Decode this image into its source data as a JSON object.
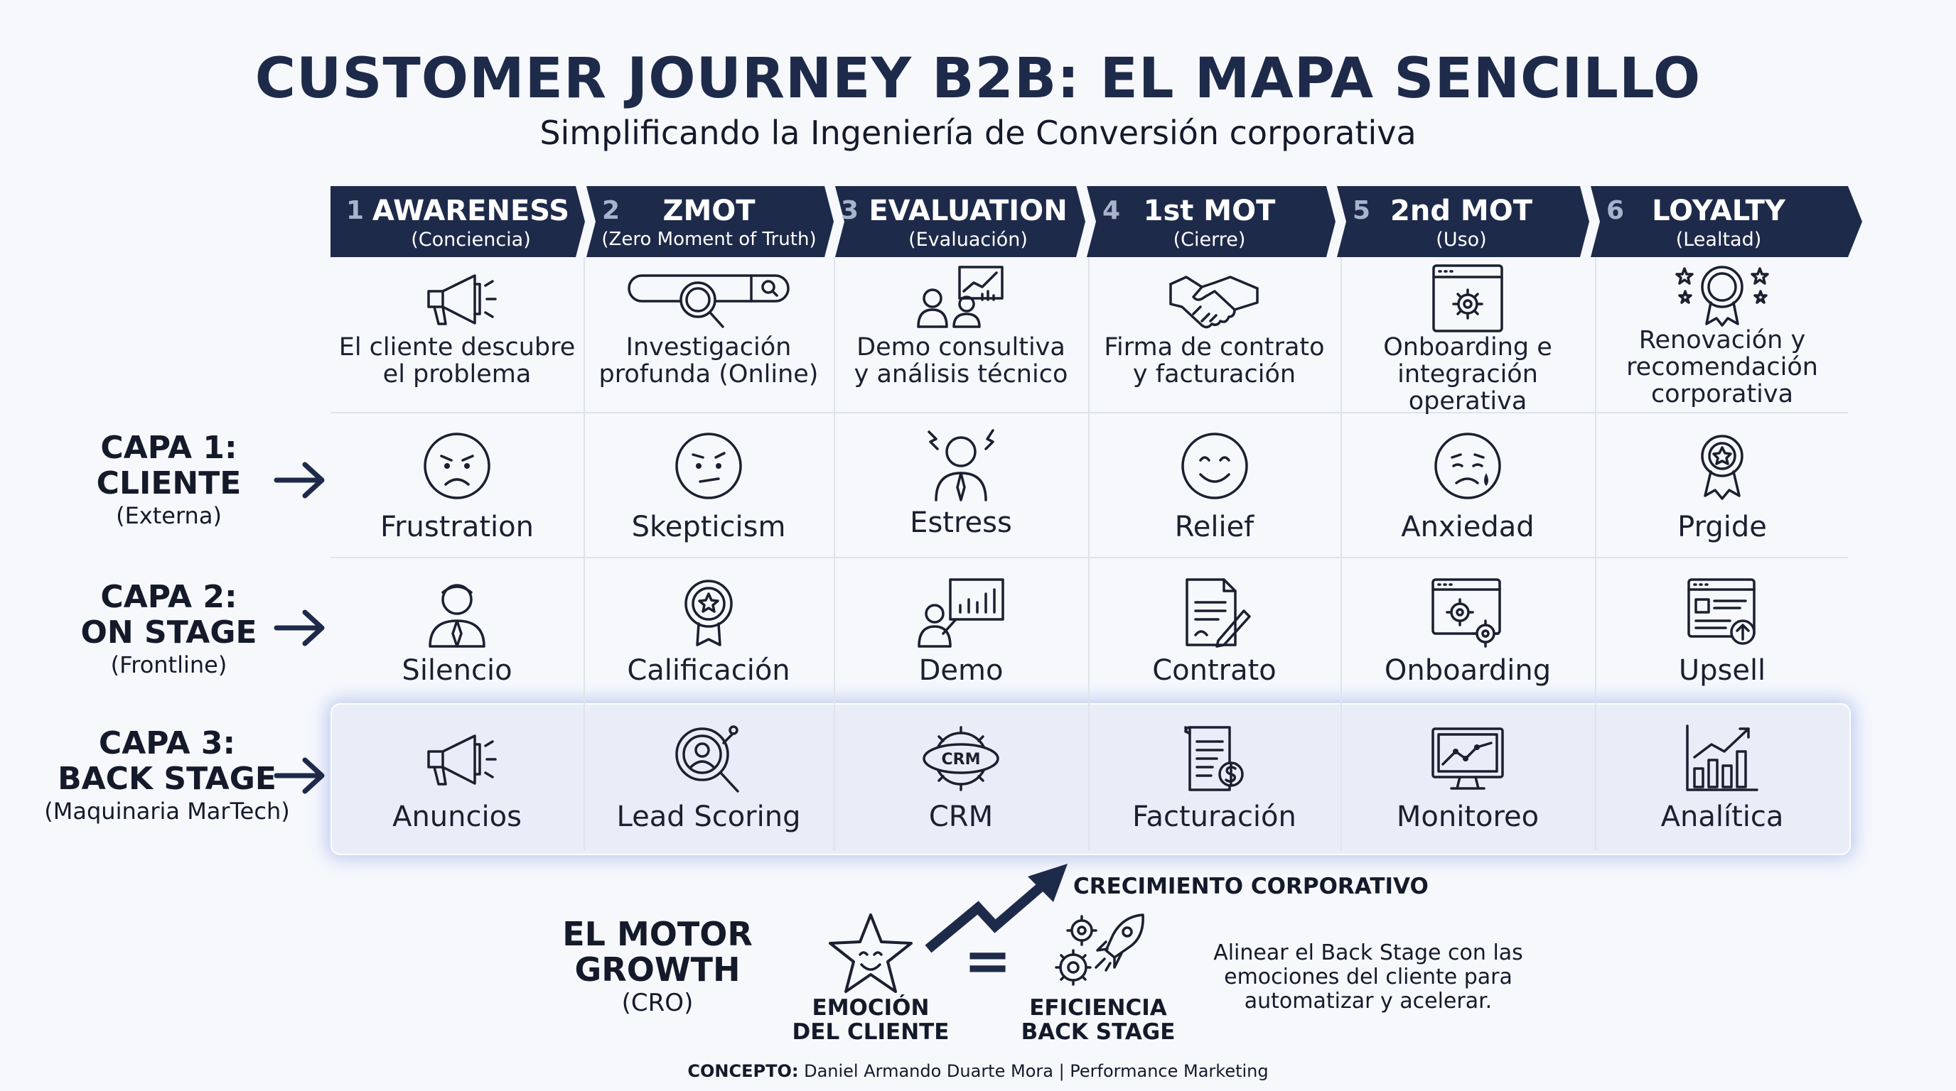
{
  "header": {
    "title": "CUSTOMER JOURNEY B2B: EL MAPA SENCILLO",
    "subtitle": "Simplificando la Ingeniería de Conversión corporativa"
  },
  "stages": [
    {
      "num": "1",
      "name": "AWARENESS",
      "sub": "(Conciencia)",
      "desc": [
        "El cliente descubre",
        "el problema"
      ],
      "icon": "megaphone-icon"
    },
    {
      "num": "2",
      "name": "ZMOT",
      "sub": "(Zero Moment of Truth)",
      "desc": [
        "Investigación",
        "profunda (Online)"
      ],
      "icon": "search-bar-icon"
    },
    {
      "num": "3",
      "name": "EVALUATION",
      "sub": "(Evaluación)",
      "desc": [
        "Demo consultiva",
        "y análisis técnico"
      ],
      "icon": "meeting-chart-icon"
    },
    {
      "num": "4",
      "name": "1st MOT",
      "sub": "(Cierre)",
      "desc": [
        "Firma de contrato",
        "y facturación"
      ],
      "icon": "handshake-icon"
    },
    {
      "num": "5",
      "name": "2nd MOT",
      "sub": "(Uso)",
      "desc": [
        "Onboarding e",
        "integración operativa"
      ],
      "icon": "settings-window-icon"
    },
    {
      "num": "6",
      "name": "LOYALTY",
      "sub": "(Lealtad)",
      "desc": [
        "Renovación y",
        "recomendación",
        "corporativa"
      ],
      "icon": "award-stars-icon"
    }
  ],
  "layers": [
    {
      "title": [
        "CAPA 1:",
        "CLIENTE"
      ],
      "sub": "(Externa)",
      "cells": [
        {
          "label": "Frustration",
          "icon": "angry-face-icon"
        },
        {
          "label": "Skepticism",
          "icon": "skeptical-face-icon"
        },
        {
          "label": "Estress",
          "icon": "stressed-person-icon"
        },
        {
          "label": "Relief",
          "icon": "smiley-face-icon"
        },
        {
          "label": "Anxiedad",
          "icon": "anxious-face-icon"
        },
        {
          "label": "Prgide",
          "icon": "medal-icon"
        }
      ]
    },
    {
      "title": [
        "CAPA 2:",
        "ON STAGE"
      ],
      "sub": "(Frontline)",
      "cells": [
        {
          "label": "Silencio",
          "icon": "person-icon"
        },
        {
          "label": "Calificación",
          "icon": "badge-icon"
        },
        {
          "label": "Demo",
          "icon": "presenter-icon"
        },
        {
          "label": "Contrato",
          "icon": "contract-pen-icon"
        },
        {
          "label": "Onboarding",
          "icon": "gears-window-icon"
        },
        {
          "label": "Upsell",
          "icon": "upsell-window-icon"
        }
      ]
    },
    {
      "title": [
        "CAPA 3:",
        "BACK STAGE"
      ],
      "sub": "(Maquinaria MarTech)",
      "cells": [
        {
          "label": "Anuncios",
          "icon": "megaphone-icon"
        },
        {
          "label": "Lead Scoring",
          "icon": "magnifier-user-icon"
        },
        {
          "label": "CRM",
          "icon": "crm-gear-icon"
        },
        {
          "label": "Facturación",
          "icon": "invoice-icon"
        },
        {
          "label": "Monitoreo",
          "icon": "monitor-chart-icon"
        },
        {
          "label": "Analítica",
          "icon": "bar-chart-icon"
        }
      ]
    }
  ],
  "growth": {
    "title": [
      "EL MOTOR",
      "GROWTH"
    ],
    "sub": "(CRO)",
    "emotion": [
      "EMOCIÓN",
      "DEL CLIENTE"
    ],
    "equals": "=",
    "efficiency": [
      "EFICIENCIA",
      "BACK STAGE"
    ],
    "arrow_label": "CRECIMIENTO CORPORATIVO",
    "note": [
      "Alinear el Back Stage con las",
      "emociones del cliente para",
      "automatizar y acelerar."
    ]
  },
  "footer": {
    "prefix": "CONCEPTO:",
    "text": " Daniel Armando Duarte Mora | Performance Marketing"
  },
  "colors": {
    "navy": "#1e2a4a",
    "band": "#e9edf8"
  }
}
